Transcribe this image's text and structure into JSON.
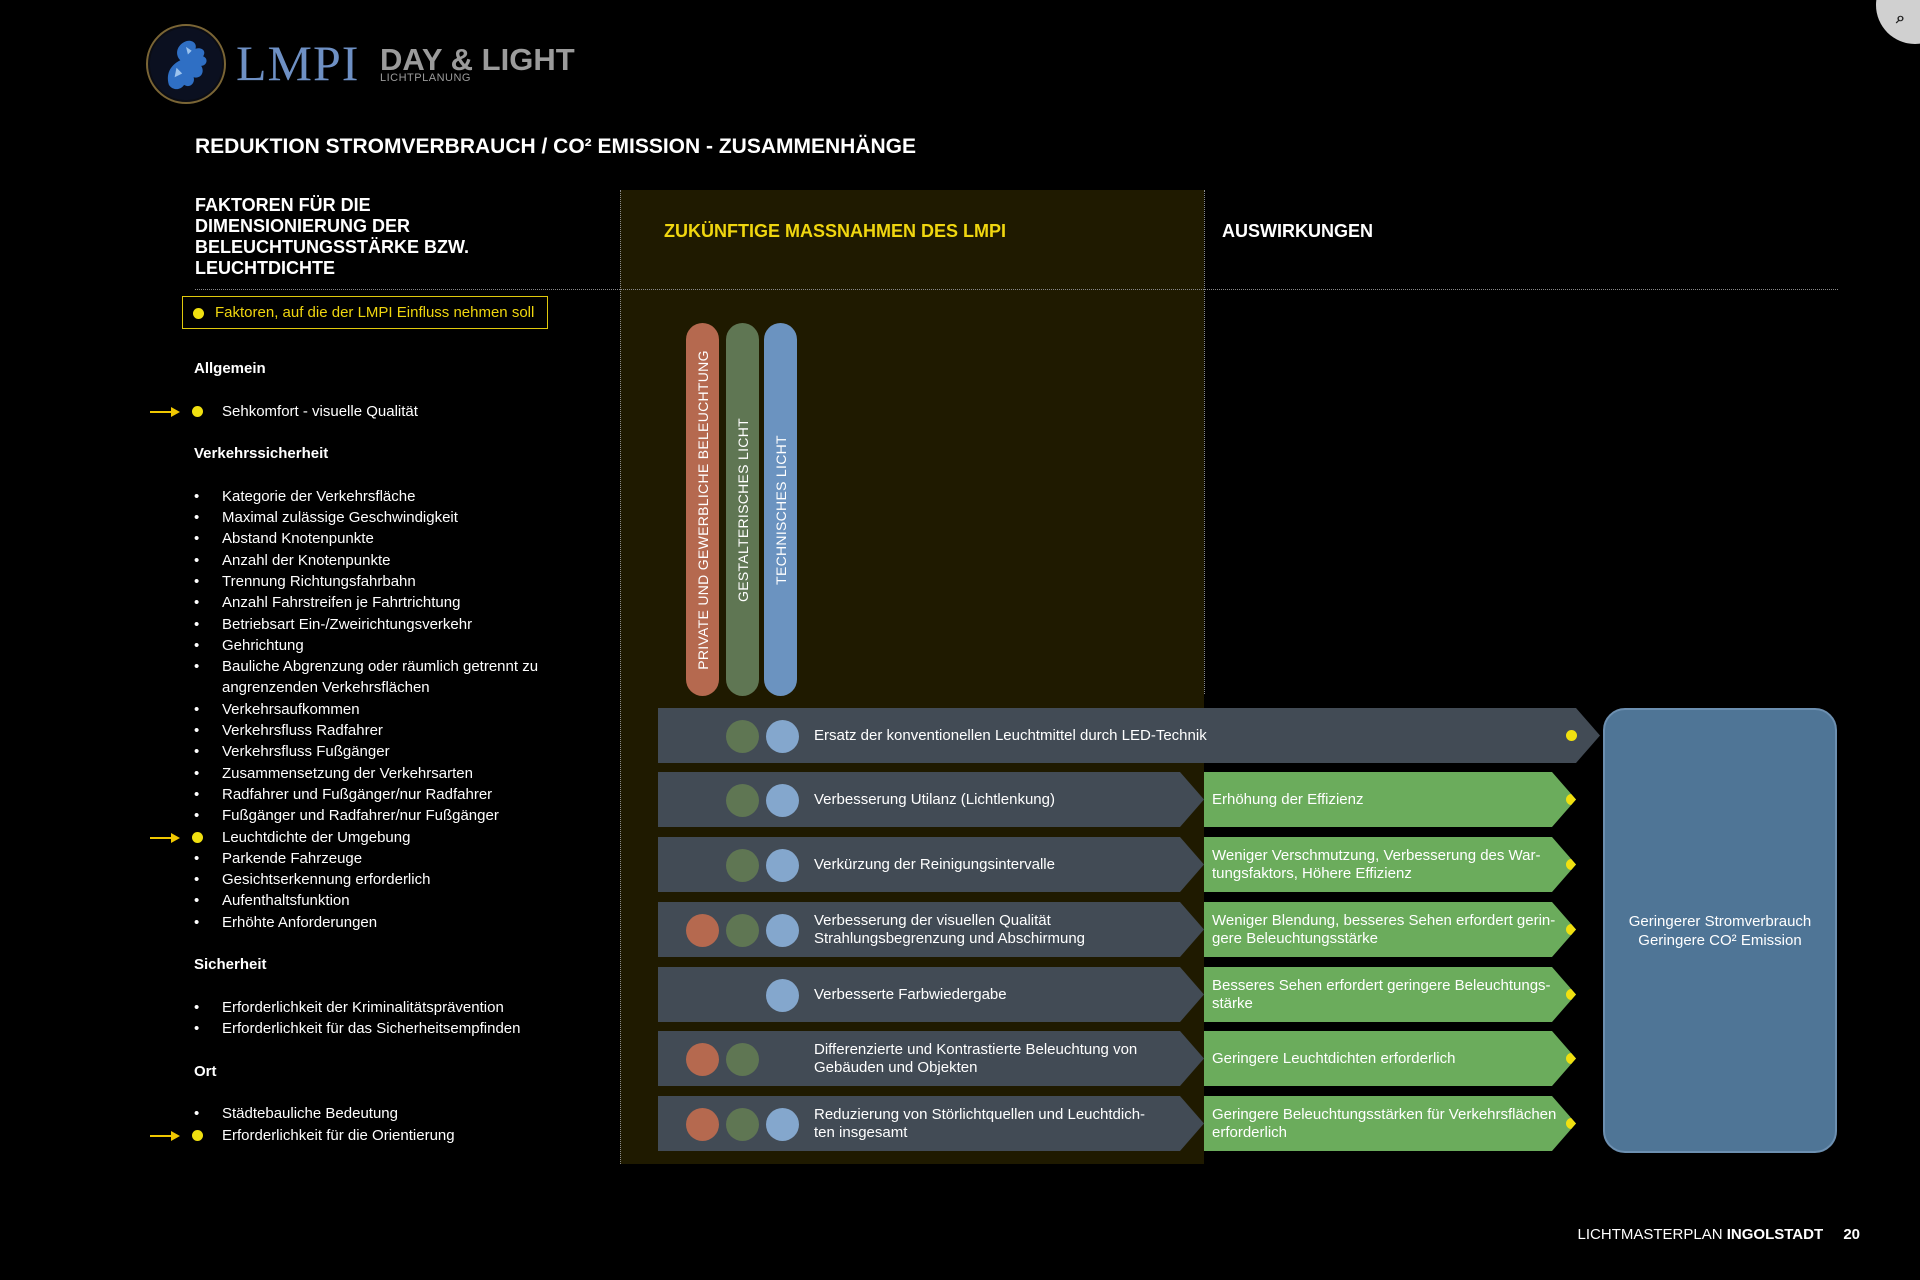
{
  "header": {
    "logo_text": "LMPI",
    "brand_title": "DAY & LIGHT",
    "brand_subtitle": "LICHTPLANUNG",
    "page_title": "REDUKTION STROMVERBRAUCH / CO² EMISSION - ZUSAMMENHÄNGE"
  },
  "columns": {
    "left_heading": [
      "FAKTOREN FÜR DIE",
      "DIMENSIONIERUNG DER",
      "BELEUCHTUNGSSTÄRKE BZW.",
      "LEUCHTDICHTE"
    ],
    "middle_heading": "ZUKÜNFTIGE MASSNAHMEN DES LMPI",
    "right_heading": "AUSWIRKUNGEN"
  },
  "legend": {
    "text": "Faktoren, auf die der LMPI Einfluss nehmen soll"
  },
  "sections": [
    {
      "title": "Allgemein",
      "items": [
        {
          "text": "Sehkomfort - visuelle Qualität",
          "highlight": true
        }
      ]
    },
    {
      "title": "Verkehrssicherheit",
      "items": [
        {
          "text": "Kategorie der  Verkehrsfläche",
          "highlight": false
        },
        {
          "text": "Maximal zulässige Geschwindigkeit",
          "highlight": false
        },
        {
          "text": "Abstand Knotenpunkte",
          "highlight": false
        },
        {
          "text": "Anzahl der Knotenpunkte",
          "highlight": false
        },
        {
          "text": "Trennung Richtungsfahrbahn",
          "highlight": false
        },
        {
          "text": "Anzahl Fahrstreifen je Fahrtrichtung",
          "highlight": false
        },
        {
          "text": "Betriebsart Ein-/Zweirichtungsverkehr",
          "highlight": false
        },
        {
          "text": "Gehrichtung",
          "highlight": false
        },
        {
          "text": "Bauliche Abgrenzung oder räumlich getrennt zu angrenzenden Verkehrsflächen",
          "highlight": false
        },
        {
          "text": "Verkehrsaufkommen",
          "highlight": false
        },
        {
          "text": "Verkehrsfluss Radfahrer",
          "highlight": false
        },
        {
          "text": "Verkehrsfluss Fußgänger",
          "highlight": false
        },
        {
          "text": "Zusammensetzung der Verkehrsarten",
          "highlight": false
        },
        {
          "text": "Radfahrer und Fußgänger/nur Radfahrer",
          "highlight": false
        },
        {
          "text": "Fußgänger und Radfahrer/nur Fußgänger",
          "highlight": false
        },
        {
          "text": "Leuchtdichte der Umgebung",
          "highlight": true
        },
        {
          "text": "Parkende Fahrzeuge",
          "highlight": false
        },
        {
          "text": "Gesichtserkennung erforderlich",
          "highlight": false
        },
        {
          "text": "Aufenthaltsfunktion",
          "highlight": false
        },
        {
          "text": "Erhöhte Anforderungen",
          "highlight": false
        }
      ]
    },
    {
      "title": "Sicherheit",
      "items": [
        {
          "text": "Erforderlichkeit der Kriminalitätsprävention",
          "highlight": false
        },
        {
          "text": "Erforderlichkeit für das Sicherheitsempfinden",
          "highlight": false
        }
      ]
    },
    {
      "title": "Ort",
      "items": [
        {
          "text": "Städtebauliche Bedeutung",
          "highlight": false
        },
        {
          "text": "Erforderlichkeit für die Orientierung",
          "highlight": true
        }
      ]
    }
  ],
  "pills": [
    {
      "label": "PRIVATE UND GEWERBLICHE BELEUCHTUNG",
      "color": "#b5694f"
    },
    {
      "label": "GESTALTERISCHES LICHT",
      "color": "#5f7653"
    },
    {
      "label": "TECHNISCHES LICHT",
      "color": "#6b93c0"
    }
  ],
  "measures": [
    {
      "text": [
        "Ersatz der konventionellen Leuchtmittel durch LED-Technik"
      ],
      "effect": [],
      "circles": [
        "grn",
        "blu"
      ]
    },
    {
      "text": [
        "Verbesserung Utilanz (Lichtlenkung)"
      ],
      "effect": [
        "Erhöhung der Effizienz"
      ],
      "circles": [
        "grn",
        "blu"
      ]
    },
    {
      "text": [
        "Verkürzung der Reinigungsintervalle"
      ],
      "effect": [
        "Weniger Verschmutzung, Verbesserung des War-",
        "tungsfaktors, Höhere Effizienz"
      ],
      "circles": [
        "grn",
        "blu"
      ]
    },
    {
      "text": [
        "Verbesserung der visuellen Qualität",
        "Strahlungsbegrenzung und Abschirmung"
      ],
      "effect": [
        "Weniger Blendung, besseres Sehen erfordert gerin-",
        "gere Beleuchtungsstärke"
      ],
      "circles": [
        "red",
        "grn",
        "blu"
      ]
    },
    {
      "text": [
        "Verbesserte Farbwiedergabe"
      ],
      "effect": [
        "Besseres Sehen erfordert geringere Beleuchtungs-",
        "stärke"
      ],
      "circles": [
        "blu"
      ]
    },
    {
      "text": [
        "Differenzierte und Kontrastierte Beleuchtung von",
        "Gebäuden und Objekten"
      ],
      "effect": [
        "Geringere Leuchtdichten erforderlich"
      ],
      "circles": [
        "red",
        "grn"
      ]
    },
    {
      "text": [
        "Reduzierung von Störlichtquellen und Leuchtdich-",
        "ten insgesamt"
      ],
      "effect": [
        "Geringere Beleuchtungsstärken für Verkehrsflächen",
        "erforderlich"
      ],
      "circles": [
        "red",
        "grn",
        "blu"
      ]
    }
  ],
  "result": {
    "line1": "Geringerer Stromverbrauch",
    "line2": "Geringere CO² Emission"
  },
  "footer": {
    "prefix": "LICHTMASTERPLAN",
    "city": "INGOLSTADT",
    "page": "20"
  },
  "icons": {
    "logo": "dragon-crest-icon",
    "corner": "search-icon"
  }
}
